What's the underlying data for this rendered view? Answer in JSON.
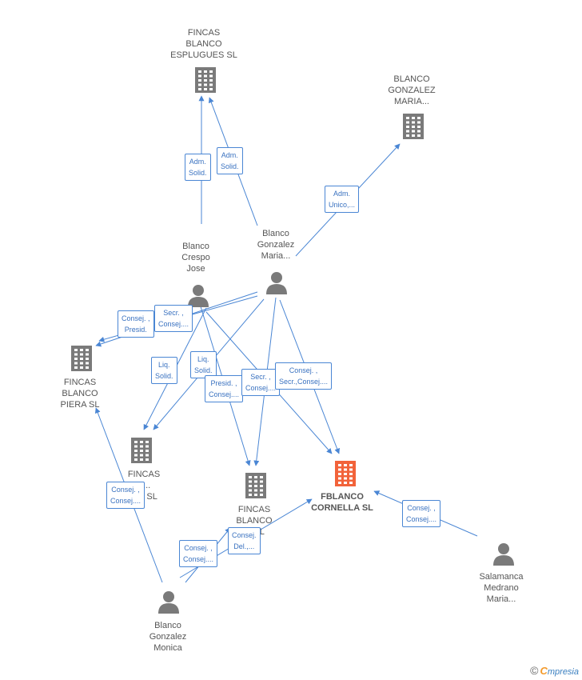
{
  "colors": {
    "edge": "#4a86d4",
    "company": "#7a7a7a",
    "person": "#7a7a7a",
    "highlight": "#f2633a"
  },
  "nodes": {
    "fincas_esplugues": {
      "label": "FINCAS\nBLANCO\nESPLUGUES SL",
      "icon": "building-icon"
    },
    "blanco_gonzalez_maria_co": {
      "label": "BLANCO\nGONZALEZ\nMARIA...",
      "icon": "building-icon"
    },
    "blanco_crespo": {
      "label": "Blanco\nCrespo\nJose",
      "icon": "person-icon"
    },
    "blanco_gonzalez_maria": {
      "label": "Blanco\nGonzalez\nMaria...",
      "icon": "person-icon"
    },
    "fincas_piera": {
      "label": "FINCAS\nBLANCO\nPIERA SL",
      "icon": "building-icon"
    },
    "fincas_mid": {
      "label": "FINCAS\nB...\n...N SL",
      "icon": "building-icon"
    },
    "fincas_low": {
      "label": "FINCAS\nBLANCO\n... SL",
      "icon": "building-icon"
    },
    "fblanco_cornella": {
      "label": "FBLANCO\nCORNELLA SL",
      "icon": "building-icon"
    },
    "salamanca": {
      "label": "Salamanca\nMedrano\nMaria...",
      "icon": "person-icon"
    },
    "blanco_monica": {
      "label": "Blanco\nGonzalez\nMonica",
      "icon": "person-icon"
    }
  },
  "edge_labels": [
    "Adm.\nSolid.",
    "Adm.\nSolid.",
    "Adm.\nUnico,...",
    "Consej. ,\nPresid.",
    "Secr. ,\nConsej....",
    "Liq.\nSolid.",
    "Liq.\nSolid.",
    "Presid. ,\nConsej....",
    "Secr. ,\nConsej....",
    "Consej. ,\nSecr.,Consej....",
    "Consej. ,\nConsej....",
    "Consej. ,\nConsej....",
    "Consej.\nDel.,...",
    "Consej. ,\nConsej...."
  ],
  "footer": {
    "copyright": "©",
    "brand_first": "C",
    "brand_rest": "mpresia"
  }
}
